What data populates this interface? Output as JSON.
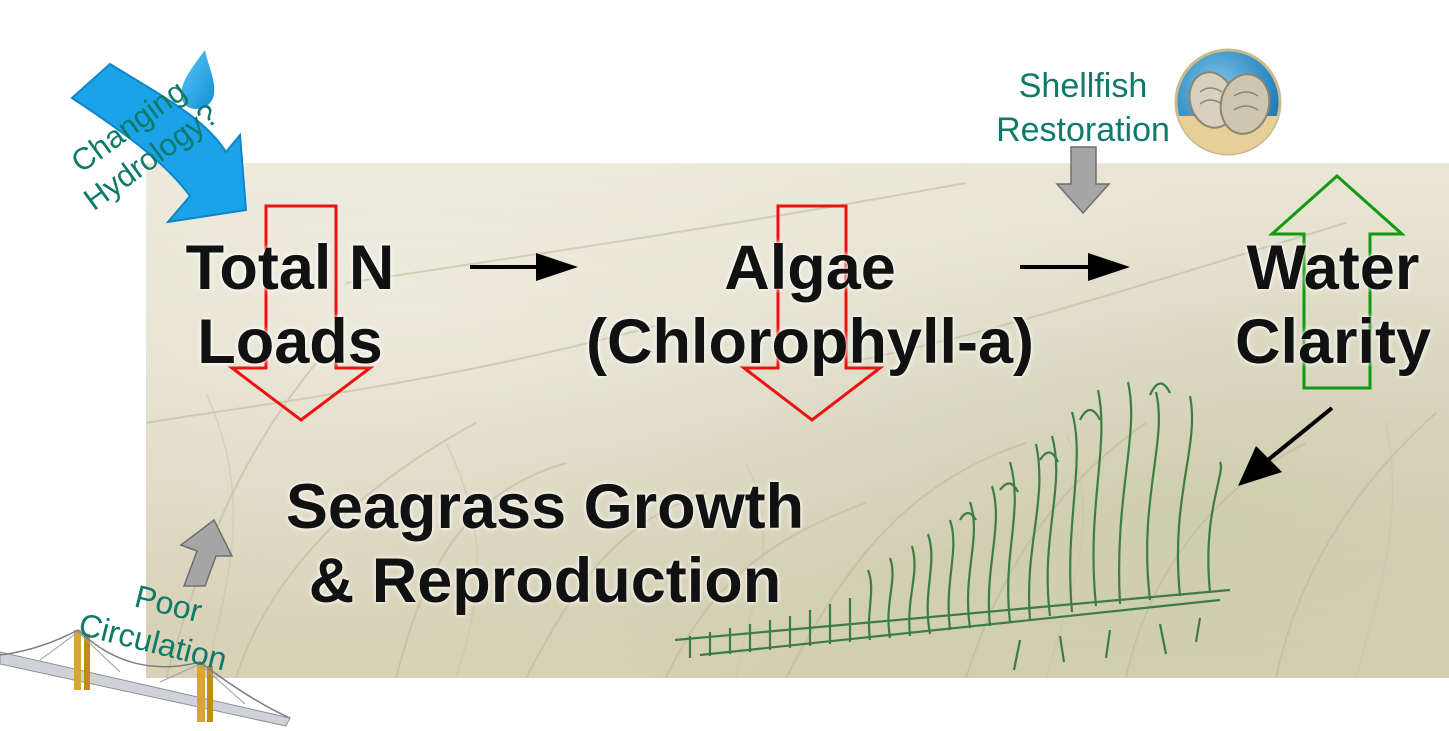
{
  "nodes": {
    "total_n_line1": "Total  N",
    "total_n_line2": "Loads",
    "algae_line1": "Algae",
    "algae_line2": "(Chlorophyll-a)",
    "water_line1": "Water",
    "water_line2": "Clarity",
    "seagrass_line1": "Seagrass Growth",
    "seagrass_line2": "& Reproduction"
  },
  "stressors": {
    "hydrology": "Changing Hydrology?",
    "shellfish_line1": "Shellfish",
    "shellfish_line2": "Restoration",
    "circulation_line1": "Poor",
    "circulation_line2": "Circulation"
  },
  "icons": [
    "water-drop-icon",
    "oyster-icon",
    "bridge-icon",
    "seagrass-plant-icon"
  ],
  "colors": {
    "decrease_arrow": "#ee1111",
    "increase_arrow": "#119911",
    "flow_arrow": "#000000",
    "gray_arrow": "#a6a6a6",
    "teal_text": "#0e7a6a",
    "drop_blue": "#1aa3e8"
  }
}
